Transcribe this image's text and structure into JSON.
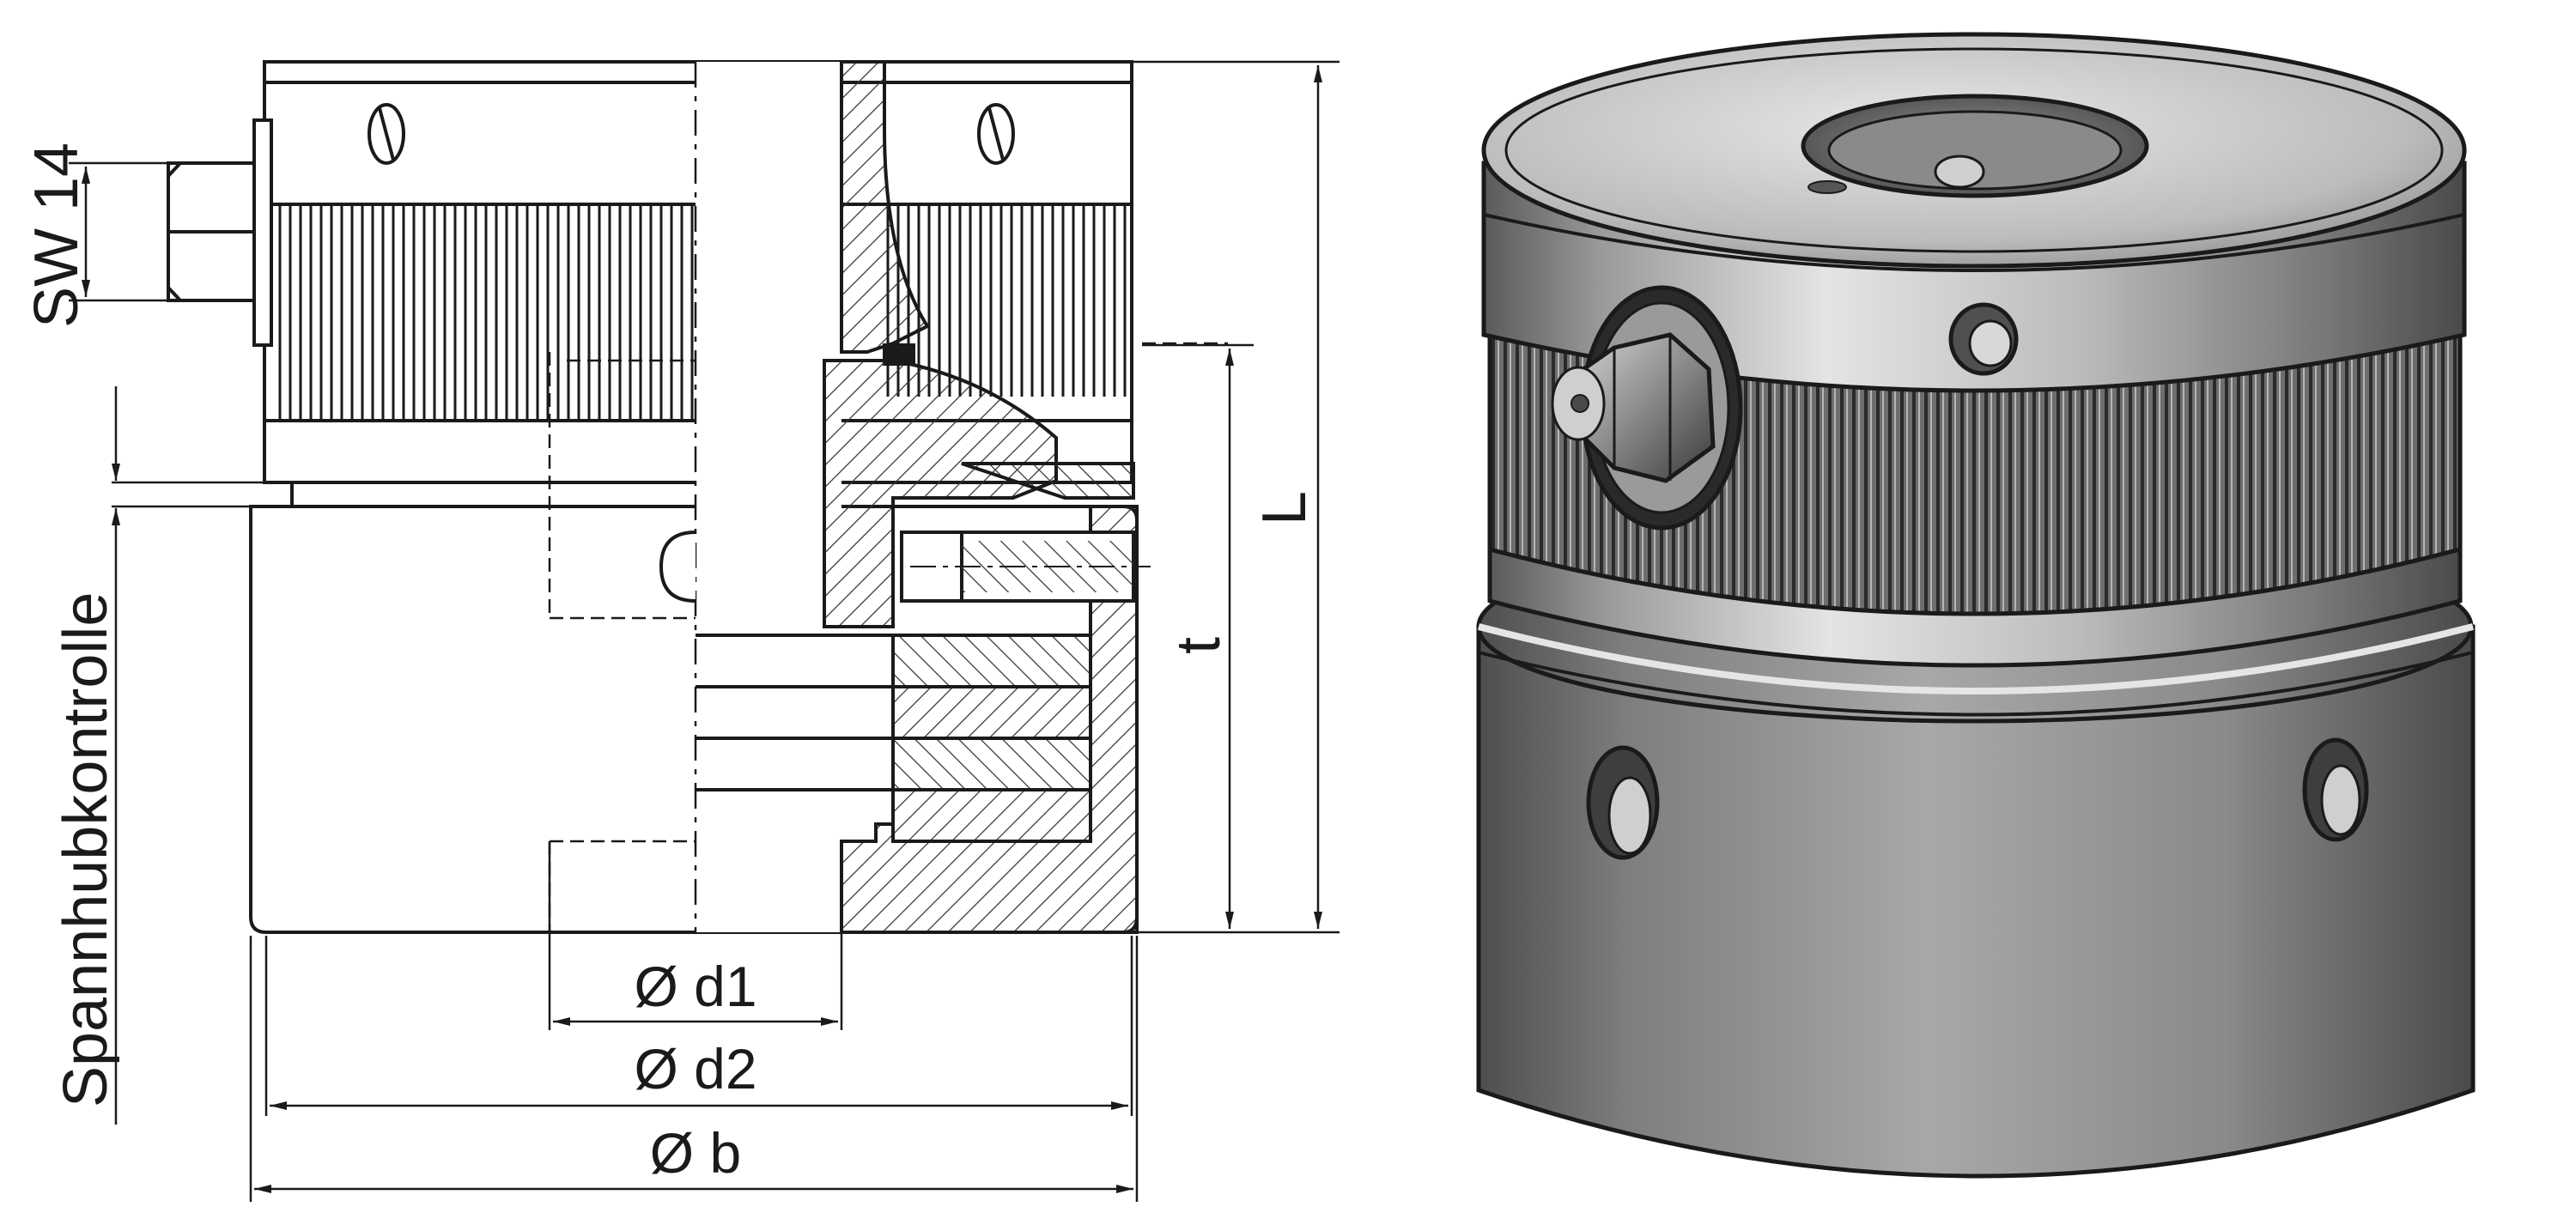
{
  "labels": {
    "wrench_size": "SW 14",
    "stroke_control": "Spannhubkontrolle",
    "length": "L",
    "depth": "t",
    "diameter_d1": "Ø d1",
    "diameter_d2": "Ø d2",
    "diameter_b": "Ø b"
  },
  "colors": {
    "line": "#1a1a1a",
    "hatch": "#333333",
    "steel_dark": "#5a5a5a",
    "steel_mid": "#8c8c8c",
    "steel_light": "#d9d9d9"
  }
}
